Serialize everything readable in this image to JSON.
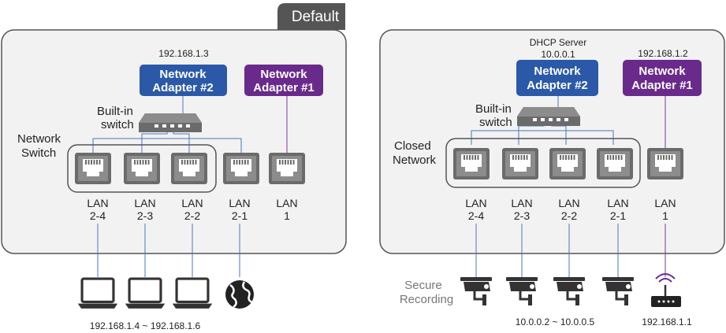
{
  "tab": {
    "label": "Default"
  },
  "left": {
    "ip_top": "192.168.1.3",
    "adapter2": {
      "line1": "Network",
      "line2": "Adapter #2"
    },
    "adapter1": {
      "line1": "Network",
      "line2": "Adapter #1"
    },
    "builtin": {
      "line1": "Built-in",
      "line2": "switch"
    },
    "group_label": {
      "line1": "Network",
      "line2": "Switch"
    },
    "ports": [
      {
        "l1": "LAN",
        "l2": "2-4"
      },
      {
        "l1": "LAN",
        "l2": "2-3"
      },
      {
        "l1": "LAN",
        "l2": "2-2"
      },
      {
        "l1": "LAN",
        "l2": "2-1"
      },
      {
        "l1": "LAN",
        "l2": "1"
      }
    ],
    "bottom_ip": "192.168.1.4 ~ 192.168.1.6"
  },
  "right": {
    "dhcp": {
      "line1": "DHCP Server",
      "line2": "10.0.0.1"
    },
    "ip_top": "192.168.1.2",
    "adapter2": {
      "line1": "Network",
      "line2": "Adapter #2"
    },
    "adapter1": {
      "line1": "Network",
      "line2": "Adapter #1"
    },
    "builtin": {
      "line1": "Built-in",
      "line2": "switch"
    },
    "group_label": {
      "line1": "Closed",
      "line2": "Network"
    },
    "ports": [
      {
        "l1": "LAN",
        "l2": "2-4"
      },
      {
        "l1": "LAN",
        "l2": "2-3"
      },
      {
        "l1": "LAN",
        "l2": "2-2"
      },
      {
        "l1": "LAN",
        "l2": "2-1"
      },
      {
        "l1": "LAN",
        "l2": "1"
      }
    ],
    "secure": {
      "line1": "Secure",
      "line2": "Recording"
    },
    "bottom_ip": "10.0.0.2 ~ 10.0.0.5",
    "router_ip": "192.168.1.1"
  },
  "colors": {
    "blue": "#2b59a8",
    "purple": "#6a2a8c",
    "panel": "#f2f2f2",
    "dark": "#555555"
  }
}
